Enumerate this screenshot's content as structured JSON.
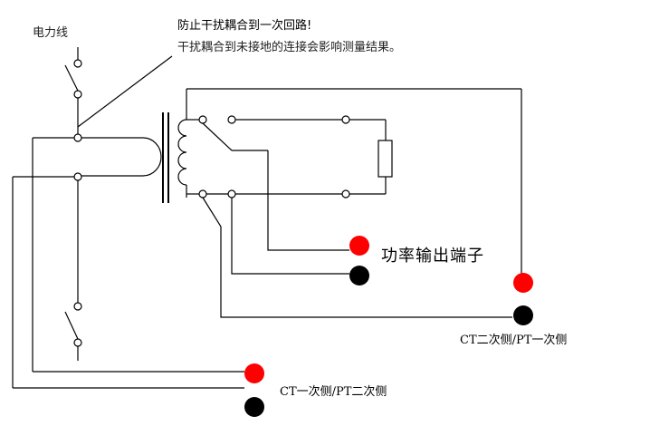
{
  "labels": {
    "power_line": "电力线",
    "warning_title": "防止干扰耦合到一次回路!",
    "warning_body": "干扰耦合到未接地的连接会影响测量结果。",
    "power_output_terminals": "功率输出端子",
    "ct_secondary_pt_primary": "CT二次侧/PT一次侧",
    "ct_primary_pt_secondary": "CT一次侧/PT二次侧"
  },
  "colors": {
    "wire": "#000000",
    "terminal_positive": "#ff0000",
    "terminal_negative": "#000000",
    "background": "#ffffff"
  }
}
